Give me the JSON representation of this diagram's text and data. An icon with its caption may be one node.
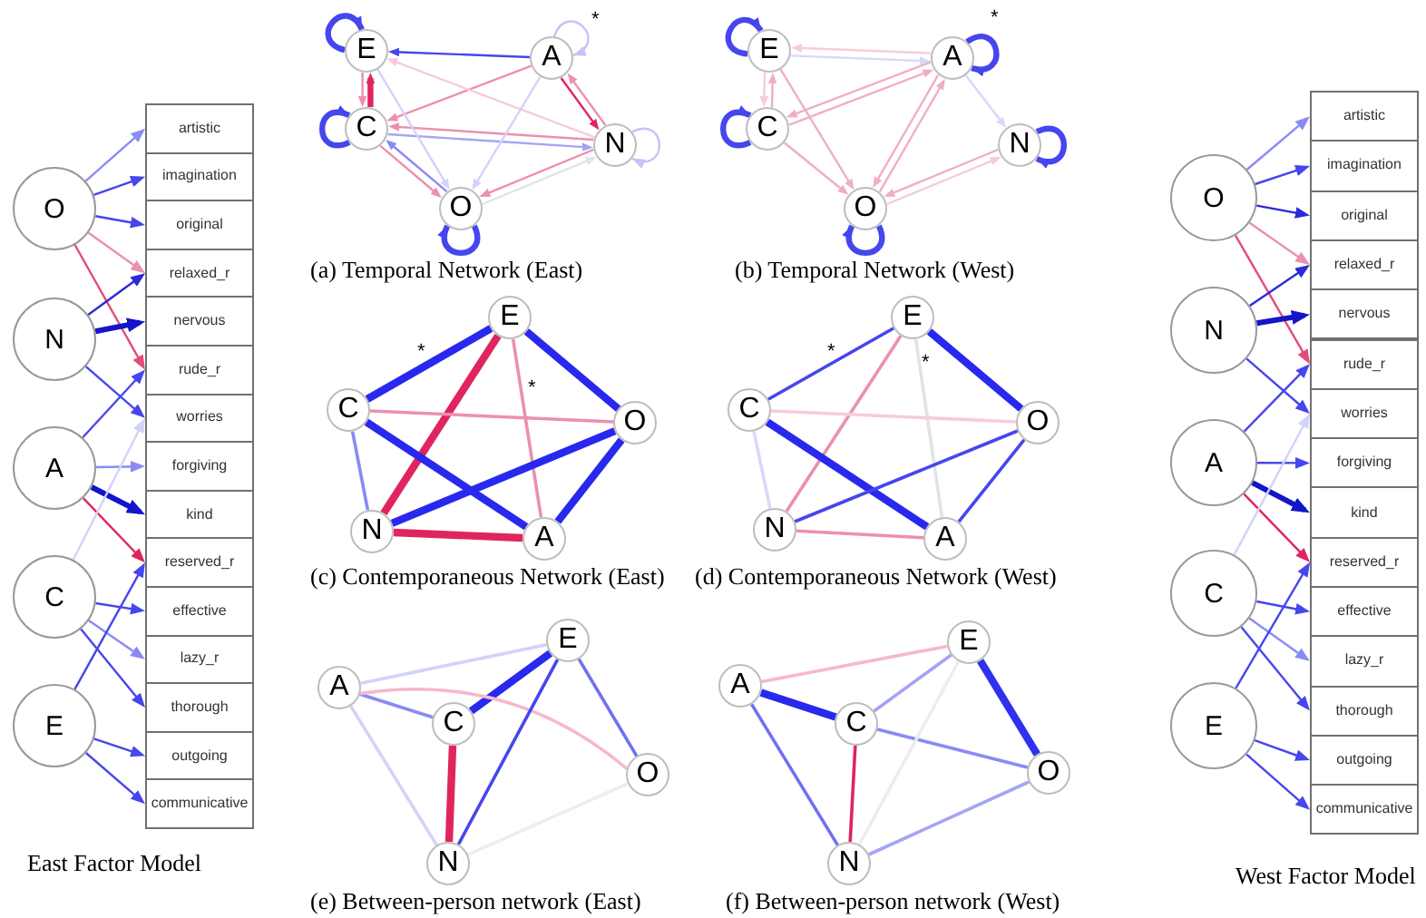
{
  "diagram": {
    "nodes": [
      {
        "text": [
          "O"
        ]
      },
      {
        "text": [
          "N"
        ]
      },
      {
        "text": [
          "A"
        ]
      },
      {
        "text": [
          "C"
        ]
      },
      {
        "text": [
          "E"
        ]
      },
      {
        "text": [
          "artistic"
        ]
      },
      {
        "text": [
          "imagination"
        ]
      },
      {
        "text": [
          "original"
        ]
      },
      {
        "text": [
          "relaxed_r"
        ]
      },
      {
        "text": [
          "nervous"
        ]
      },
      {
        "text": [
          "rude_r"
        ]
      },
      {
        "text": [
          "worries"
        ]
      },
      {
        "text": [
          "forgiving"
        ]
      },
      {
        "text": [
          "kind"
        ]
      },
      {
        "text": [
          "reserved_r"
        ]
      },
      {
        "text": [
          "effective"
        ]
      },
      {
        "text": [
          "lazy_r"
        ]
      },
      {
        "text": [
          "thorough"
        ]
      },
      {
        "text": [
          "outgoing"
        ]
      },
      {
        "text": [
          "communicative"
        ]
      },
      {
        "text": [
          "E"
        ]
      },
      {
        "text": [
          "A"
        ]
      },
      {
        "text": [
          "C"
        ]
      },
      {
        "text": [
          "N"
        ]
      },
      {
        "text": [
          "O"
        ]
      },
      {
        "text": [
          "E"
        ]
      },
      {
        "text": [
          "A"
        ]
      },
      {
        "text": [
          "C"
        ]
      },
      {
        "text": [
          "N"
        ]
      },
      {
        "text": [
          "O"
        ]
      },
      {
        "text": [
          "E"
        ]
      },
      {
        "text": [
          "C"
        ]
      },
      {
        "text": [
          "O"
        ]
      },
      {
        "text": [
          "N"
        ]
      },
      {
        "text": [
          "A"
        ]
      },
      {
        "text": [
          "E"
        ]
      },
      {
        "text": [
          "C"
        ]
      },
      {
        "text": [
          "O"
        ]
      },
      {
        "text": [
          "N"
        ]
      },
      {
        "text": [
          "A"
        ]
      },
      {
        "text": [
          "E"
        ]
      },
      {
        "text": [
          "A"
        ]
      },
      {
        "text": [
          "C"
        ]
      },
      {
        "text": [
          "O"
        ]
      },
      {
        "text": [
          "N"
        ]
      },
      {
        "text": [
          "E"
        ]
      },
      {
        "text": [
          "A"
        ]
      },
      {
        "text": [
          "C"
        ]
      },
      {
        "text": [
          "O"
        ]
      },
      {
        "text": [
          "N"
        ]
      },
      {
        "text": [
          "O"
        ]
      },
      {
        "text": [
          "N"
        ]
      },
      {
        "text": [
          "A"
        ]
      },
      {
        "text": [
          "C"
        ]
      },
      {
        "text": [
          "E"
        ]
      },
      {
        "text": [
          "artistic"
        ]
      },
      {
        "text": [
          "imagination"
        ]
      },
      {
        "text": [
          "original"
        ]
      },
      {
        "text": [
          "relaxed_r"
        ]
      },
      {
        "text": [
          "nervous"
        ]
      },
      {
        "text": [
          "rude_r"
        ]
      },
      {
        "text": [
          "worries"
        ]
      },
      {
        "text": [
          "forgiving"
        ]
      },
      {
        "text": [
          "kind"
        ]
      },
      {
        "text": [
          "reserved_r"
        ]
      },
      {
        "text": [
          "effective"
        ]
      },
      {
        "text": [
          "lazy_r"
        ]
      },
      {
        "text": [
          "thorough"
        ]
      },
      {
        "text": [
          "outgoing"
        ]
      },
      {
        "text": [
          "communicative"
        ]
      }
    ],
    "edges": [
      {
        "from": 0,
        "to": 5,
        "arrow": "to",
        "color": "#8a8af4"
      },
      {
        "from": 0,
        "to": 6,
        "arrow": "to"
      },
      {
        "from": 0,
        "to": 7,
        "arrow": "to"
      },
      {
        "from": 0,
        "to": 8,
        "arrow": "to",
        "color": "#ec8fb0"
      },
      {
        "from": 0,
        "to": 10,
        "arrow": "to",
        "color": "#e24d78"
      },
      {
        "from": 1,
        "to": 8,
        "arrow": "to",
        "color": "#2a2ad8"
      },
      {
        "from": 1,
        "to": 9,
        "arrow": "to",
        "style": "thick",
        "color": "#1414c8"
      },
      {
        "from": 1,
        "to": 11,
        "arrow": "to"
      },
      {
        "from": 2,
        "to": 10,
        "arrow": "to"
      },
      {
        "from": 2,
        "to": 12,
        "arrow": "to",
        "color": "#8a8af4"
      },
      {
        "from": 2,
        "to": 13,
        "arrow": "to",
        "style": "thick",
        "color": "#1414c8"
      },
      {
        "from": 2,
        "to": 14,
        "arrow": "to",
        "color": "#e0245e"
      },
      {
        "from": 3,
        "to": 11,
        "arrow": "to",
        "color": "#d2d2fa"
      },
      {
        "from": 3,
        "to": 15,
        "arrow": "to"
      },
      {
        "from": 3,
        "to": 16,
        "arrow": "to",
        "color": "#8a8af4"
      },
      {
        "from": 3,
        "to": 17,
        "arrow": "to"
      },
      {
        "from": 4,
        "to": 14,
        "arrow": "to"
      },
      {
        "from": 4,
        "to": 18,
        "arrow": "to"
      },
      {
        "from": 4,
        "to": 19,
        "arrow": "to"
      },
      {
        "from": 20,
        "to": 20,
        "arrow": "to",
        "style": "thick"
      },
      {
        "from": 21,
        "to": 21,
        "arrow": "to",
        "color": "#c4c4f8"
      },
      {
        "from": 22,
        "to": 22,
        "arrow": "to",
        "style": "thick"
      },
      {
        "from": 23,
        "to": 23,
        "arrow": "to",
        "color": "#c4c4f8"
      },
      {
        "from": 24,
        "to": 24,
        "arrow": "to",
        "style": "thick"
      },
      {
        "from": 21,
        "to": 20,
        "arrow": "to"
      },
      {
        "from": 22,
        "to": 20,
        "arrow": "to",
        "style": "thick",
        "color": "#e0245e"
      },
      {
        "from": 20,
        "to": 22,
        "arrow": "to",
        "color": "#ec8fb0"
      },
      {
        "from": 21,
        "to": 22,
        "arrow": "to",
        "color": "#ec8fb0"
      },
      {
        "from": 21,
        "to": 23,
        "arrow": "to",
        "color": "#e0245e"
      },
      {
        "from": 23,
        "to": 21,
        "arrow": "to",
        "color": "#ec8fb0"
      },
      {
        "from": 23,
        "to": 22,
        "arrow": "to",
        "color": "#ec8fb0"
      },
      {
        "from": 22,
        "to": 23,
        "arrow": "to",
        "color": "#a4a4f6"
      },
      {
        "from": 24,
        "to": 22,
        "arrow": "to",
        "color": "#8a8af4"
      },
      {
        "from": 22,
        "to": 24,
        "arrow": "to",
        "color": "#ec8fb0"
      },
      {
        "from": 23,
        "to": 24,
        "arrow": "to",
        "color": "#ec8fb0"
      },
      {
        "from": 23,
        "to": 20,
        "arrow": "to",
        "color": "#f6cbda"
      },
      {
        "from": 20,
        "to": 24,
        "arrow": "to",
        "color": "#d2d2fa"
      },
      {
        "from": 21,
        "to": 24,
        "arrow": "to",
        "color": "#d2d2fa"
      },
      {
        "from": 24,
        "to": 23,
        "arrow": "to",
        "color": "#e2e2ea"
      },
      {
        "from": 25,
        "to": 25,
        "arrow": "to",
        "style": "thick"
      },
      {
        "from": 26,
        "to": 26,
        "arrow": "to",
        "style": "thick"
      },
      {
        "from": 27,
        "to": 27,
        "arrow": "to",
        "style": "thick"
      },
      {
        "from": 28,
        "to": 28,
        "arrow": "to",
        "style": "thick"
      },
      {
        "from": 29,
        "to": 29,
        "arrow": "to",
        "style": "thick"
      },
      {
        "from": 25,
        "to": 27,
        "arrow": "to",
        "color": "#f6cbda"
      },
      {
        "from": 27,
        "to": 25,
        "arrow": "to",
        "color": "#f0aec4"
      },
      {
        "from": 26,
        "to": 27,
        "arrow": "to",
        "color": "#f0aec4"
      },
      {
        "from": 27,
        "to": 26,
        "arrow": "to",
        "color": "#f0aec4"
      },
      {
        "from": 25,
        "to": 29,
        "arrow": "to",
        "color": "#f0aec4"
      },
      {
        "from": 26,
        "to": 29,
        "arrow": "to",
        "color": "#f0aec4"
      },
      {
        "from": 29,
        "to": 26,
        "arrow": "to",
        "color": "#f0aec4"
      },
      {
        "from": 27,
        "to": 29,
        "arrow": "to",
        "color": "#f0aec4"
      },
      {
        "from": 29,
        "to": 28,
        "arrow": "to",
        "color": "#f6cbda"
      },
      {
        "from": 25,
        "to": 26,
        "arrow": "to",
        "color": "#d8d8fa"
      },
      {
        "from": 26,
        "to": 25,
        "arrow": "to",
        "color": "#f6cbda"
      },
      {
        "from": 28,
        "to": 29,
        "arrow": "to",
        "color": "#f0aec4"
      },
      {
        "from": 26,
        "to": 28,
        "arrow": "to",
        "color": "#d8d8fa"
      },
      {
        "from": 30,
        "to": 31,
        "arrow": "none",
        "style": "thick",
        "color": "#2828ee"
      },
      {
        "from": 30,
        "to": 32,
        "arrow": "none",
        "style": "thick",
        "color": "#2828ee"
      },
      {
        "from": 30,
        "to": 33,
        "arrow": "none",
        "style": "thick",
        "color": "#e0245e"
      },
      {
        "from": 30,
        "to": 34,
        "arrow": "none",
        "color": "#ec8fb0"
      },
      {
        "from": 31,
        "to": 32,
        "arrow": "none",
        "color": "#ec8fb0"
      },
      {
        "from": 31,
        "to": 34,
        "arrow": "none",
        "style": "thick",
        "color": "#2828ee"
      },
      {
        "from": 31,
        "to": 33,
        "arrow": "none",
        "color": "#8a8af4"
      },
      {
        "from": 33,
        "to": 32,
        "arrow": "none",
        "style": "thick",
        "color": "#2828ee"
      },
      {
        "from": 33,
        "to": 34,
        "arrow": "none",
        "style": "thick",
        "color": "#e0245e"
      },
      {
        "from": 34,
        "to": 32,
        "arrow": "none",
        "style": "thick",
        "color": "#2828ee"
      },
      {
        "from": 35,
        "to": 36,
        "arrow": "none"
      },
      {
        "from": 35,
        "to": 37,
        "arrow": "none",
        "style": "thick",
        "color": "#2828ee"
      },
      {
        "from": 35,
        "to": 38,
        "arrow": "none",
        "color": "#ec8fb0"
      },
      {
        "from": 35,
        "to": 39,
        "arrow": "none",
        "color": "#e2e2ea"
      },
      {
        "from": 36,
        "to": 37,
        "arrow": "none",
        "color": "#f6cbda"
      },
      {
        "from": 36,
        "to": 39,
        "arrow": "none",
        "style": "thick",
        "color": "#2828ee"
      },
      {
        "from": 36,
        "to": 38,
        "arrow": "none",
        "color": "#d8d8fa"
      },
      {
        "from": 38,
        "to": 37,
        "arrow": "none"
      },
      {
        "from": 38,
        "to": 39,
        "arrow": "none",
        "color": "#ec8fb0"
      },
      {
        "from": 39,
        "to": 37,
        "arrow": "none"
      },
      {
        "from": 41,
        "to": 40,
        "arrow": "none",
        "color": "#d2d2fa"
      },
      {
        "from": 42,
        "to": 40,
        "arrow": "none",
        "style": "thick",
        "color": "#2828ee"
      },
      {
        "from": 41,
        "to": 42,
        "arrow": "none",
        "color": "#8a8af4"
      },
      {
        "from": 41,
        "to": 43,
        "arrow": "none",
        "color": "#f6b8cc"
      },
      {
        "from": 41,
        "to": 44,
        "arrow": "none",
        "color": "#d2d2fa"
      },
      {
        "from": 42,
        "to": 44,
        "arrow": "none",
        "style": "thick",
        "color": "#e0245e"
      },
      {
        "from": 40,
        "to": 44,
        "arrow": "none"
      },
      {
        "from": 40,
        "to": 43,
        "arrow": "none",
        "color": "#7070f2"
      },
      {
        "from": 44,
        "to": 43,
        "arrow": "none",
        "color": "#ececf2"
      },
      {
        "from": 46,
        "to": 45,
        "arrow": "none",
        "color": "#f6b8cc"
      },
      {
        "from": 46,
        "to": 47,
        "arrow": "none",
        "style": "thick",
        "color": "#2828ee"
      },
      {
        "from": 47,
        "to": 45,
        "arrow": "none",
        "color": "#a4a4f6"
      },
      {
        "from": 45,
        "to": 48,
        "arrow": "none",
        "style": "thick",
        "color": "#3030ee"
      },
      {
        "from": 46,
        "to": 49,
        "arrow": "none",
        "color": "#7070f2"
      },
      {
        "from": 47,
        "to": 49,
        "arrow": "none",
        "color": "#e0245e"
      },
      {
        "from": 47,
        "to": 48,
        "arrow": "none",
        "color": "#8a8af4"
      },
      {
        "from": 49,
        "to": 48,
        "arrow": "none",
        "color": "#a4a4f6"
      },
      {
        "from": 45,
        "to": 49,
        "arrow": "none",
        "color": "#ececf2"
      },
      {
        "from": 50,
        "to": 55,
        "arrow": "to",
        "color": "#8a8af4"
      },
      {
        "from": 50,
        "to": 56,
        "arrow": "to"
      },
      {
        "from": 50,
        "to": 57,
        "arrow": "to",
        "color": "#2a2ad8"
      },
      {
        "from": 50,
        "to": 58,
        "arrow": "to",
        "color": "#ec8fb0"
      },
      {
        "from": 50,
        "to": 60,
        "arrow": "to",
        "color": "#e24d78"
      },
      {
        "from": 51,
        "to": 58,
        "arrow": "to",
        "color": "#2a2ad8"
      },
      {
        "from": 51,
        "to": 59,
        "arrow": "to",
        "style": "thick",
        "color": "#1414c8"
      },
      {
        "from": 51,
        "to": 61,
        "arrow": "to"
      },
      {
        "from": 52,
        "to": 60,
        "arrow": "to"
      },
      {
        "from": 52,
        "to": 62,
        "arrow": "to"
      },
      {
        "from": 52,
        "to": 63,
        "arrow": "to",
        "style": "thick",
        "color": "#1414c8"
      },
      {
        "from": 52,
        "to": 64,
        "arrow": "to",
        "color": "#e0245e"
      },
      {
        "from": 53,
        "to": 61,
        "arrow": "to",
        "color": "#d2d2fa"
      },
      {
        "from": 53,
        "to": 65,
        "arrow": "to"
      },
      {
        "from": 53,
        "to": 66,
        "arrow": "to",
        "color": "#8a8af4"
      },
      {
        "from": 53,
        "to": 67,
        "arrow": "to"
      },
      {
        "from": 54,
        "to": 64,
        "arrow": "to"
      },
      {
        "from": 54,
        "to": 68,
        "arrow": "to"
      },
      {
        "from": 54,
        "to": 69,
        "arrow": "to"
      }
    ],
    "labels": [
      "*",
      "*",
      "(a) Temporal Network (East)",
      "(b) Temporal Network (West)",
      "*",
      "*",
      "*",
      "*",
      "(c) Contemporaneous Network (East)",
      "(d) Contemporaneous Network (West)",
      "(e) Between-person network (East)",
      "(f) Between-person network (West)",
      "East Factor Model",
      "West Factor Model"
    ]
  }
}
